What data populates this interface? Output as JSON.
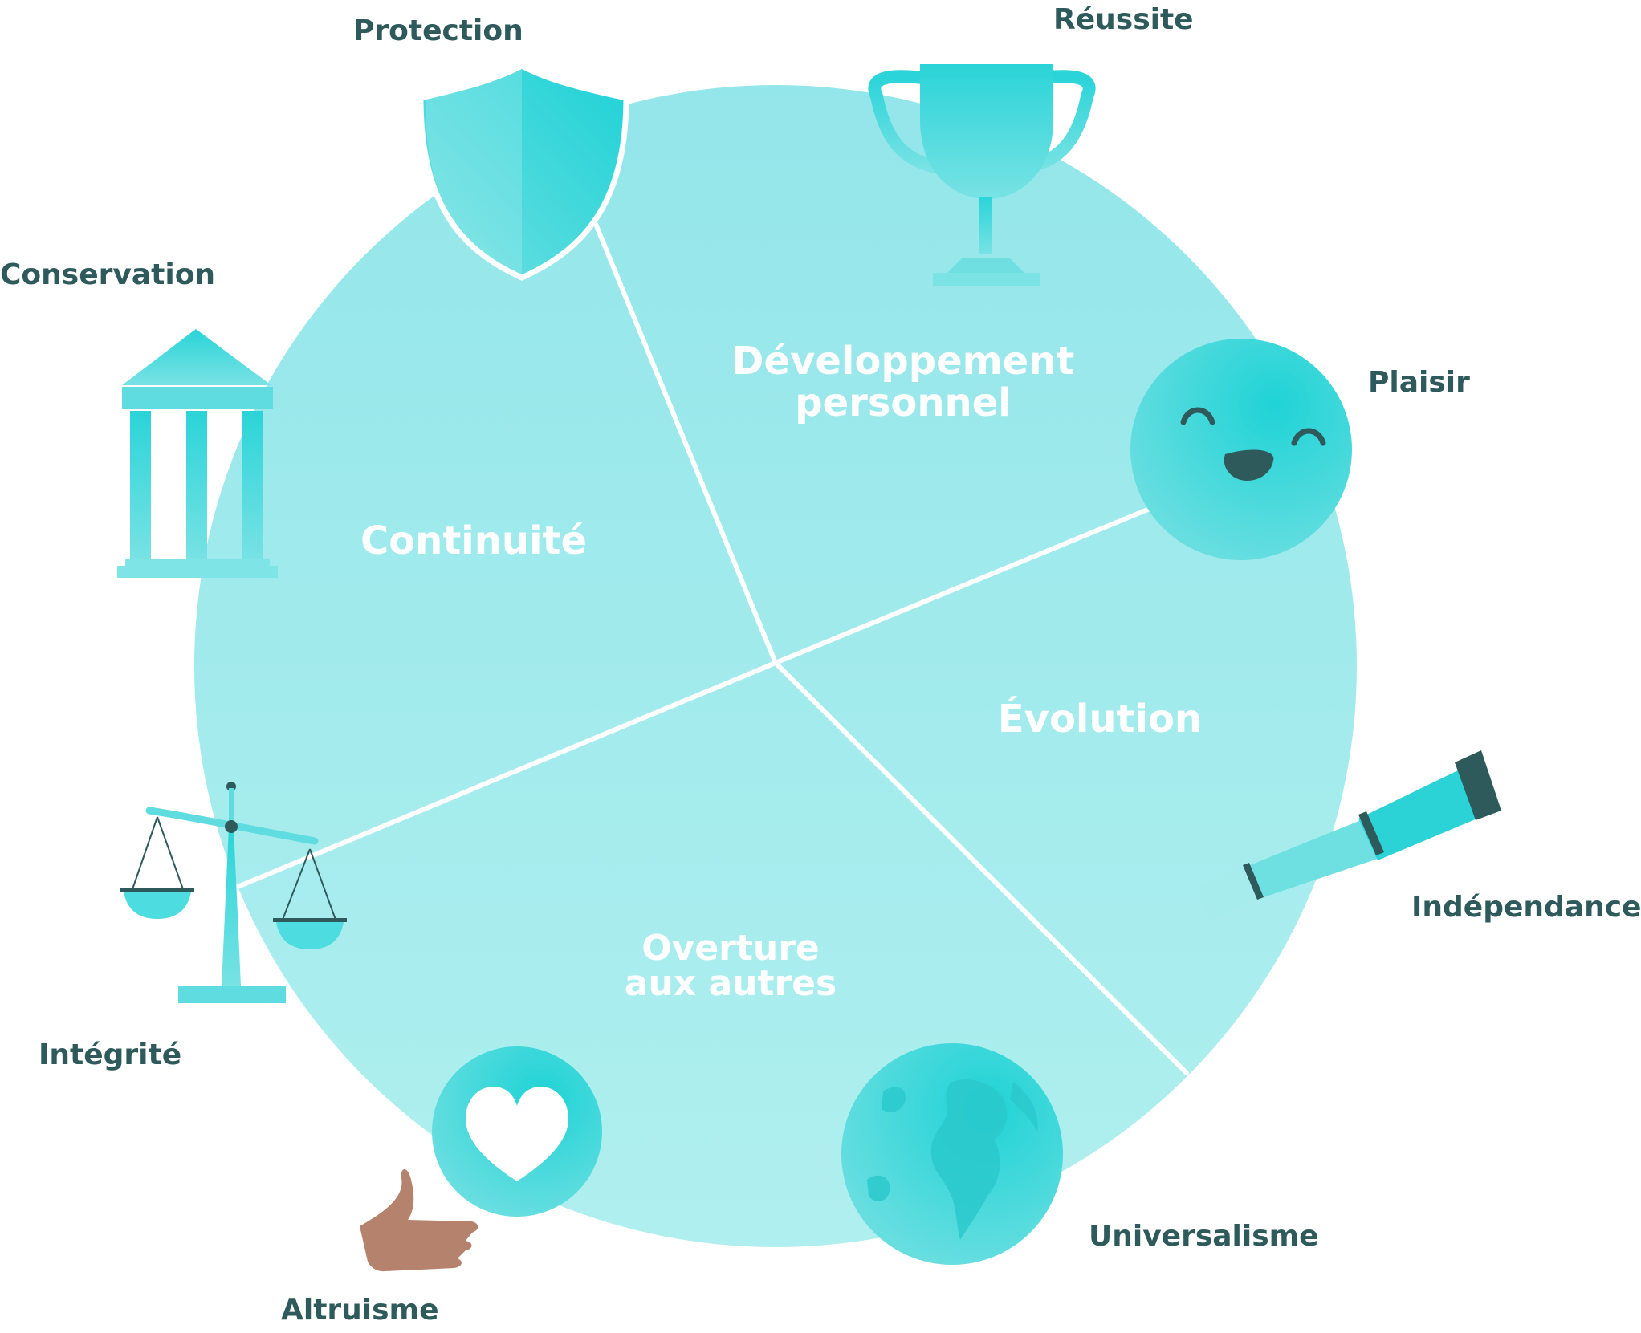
{
  "sectors": [
    {
      "id": "developpement",
      "lines": [
        "Développement",
        "personnel"
      ]
    },
    {
      "id": "evolution",
      "lines": [
        "Évolution"
      ]
    },
    {
      "id": "overture",
      "lines": [
        "Overture",
        "aux autres"
      ]
    },
    {
      "id": "continuite",
      "lines": [
        "Continuité"
      ]
    }
  ],
  "values": [
    {
      "id": "protection",
      "label": "Protection",
      "icon": "shield-icon"
    },
    {
      "id": "reussite",
      "label": "Réussite",
      "icon": "trophy-icon"
    },
    {
      "id": "conservation",
      "label": "Conservation",
      "icon": "temple-icon"
    },
    {
      "id": "plaisir",
      "label": "Plaisir",
      "icon": "smiley-icon"
    },
    {
      "id": "independance",
      "label": "Indépendance",
      "icon": "telescope-icon"
    },
    {
      "id": "integrite",
      "label": "Intégrité",
      "icon": "scales-icon"
    },
    {
      "id": "universalisme",
      "label": "Universalisme",
      "icon": "globe-icon"
    },
    {
      "id": "altruisme",
      "label": "Altruisme",
      "icon": "heart-hand-icon"
    }
  ],
  "colors": {
    "circle": "#99e7ea",
    "circle_light": "#aeeeee",
    "accent": "#21d2d6",
    "label": "#2e5a5c",
    "divider": "#ffffff",
    "skin": "#b5836d"
  }
}
